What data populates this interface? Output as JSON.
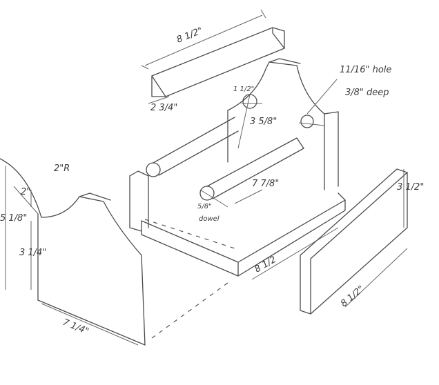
{
  "sketch": {
    "ink_color": "#4a4a4a",
    "labels": {
      "top_rail_length": "8 1/2\"",
      "top_rail_height": "2 3/4\"",
      "pin_offset": "1 1/2\"",
      "pin_height": "3 5/8\"",
      "hole_size": "11/16\" hole",
      "hole_depth": "3/8\" deep",
      "end_radius": "2\"R",
      "curve_depth": "2\"",
      "end_total_height": "5 1/8\"",
      "end_side_height": "3 1/4\"",
      "end_width": "7 1/4\"",
      "dowel_length": "7 7/8\"",
      "dowel_size": "5/8\"",
      "dowel_word": "dowel",
      "base_length": "8 1/2",
      "side_board_height": "3 1/2\"",
      "side_board_length": "8 1/2\""
    }
  }
}
